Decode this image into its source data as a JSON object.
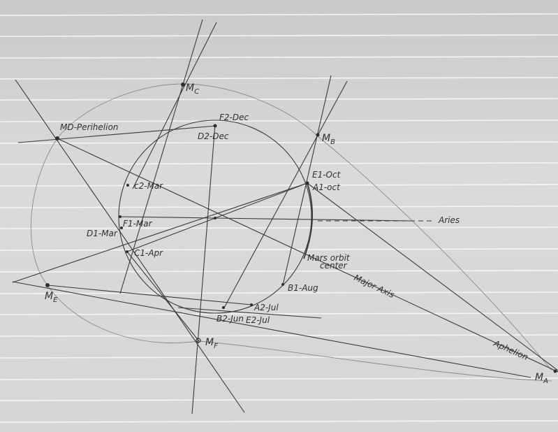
{
  "diagram": {
    "labels": {
      "m_c": "M",
      "m_c_sub": "C",
      "m_d": "MD-Perihelion",
      "f2": "F2-Dec",
      "d2": "D2-Dec",
      "m_b": "M",
      "m_b_sub": "B",
      "e1": "E1-Oct",
      "a1": "A1-oct",
      "c2": "c2-Mar",
      "aries": "Aries",
      "f1": "F1-Mar",
      "d1": "D1-Mar",
      "c1": "C1-Apr",
      "mars_center_1": "Mars orbit",
      "mars_center_2": "center",
      "b1": "B1-Aug",
      "major_axis": "Major Axis",
      "m_e": "M",
      "m_e_sub": "E",
      "a2": "A2-Jul",
      "b2": "B2-Jun",
      "e2": "E2-Jul",
      "m_f": "M",
      "m_f_sub": "F",
      "aphelion": "Aphelion",
      "m_a": "M",
      "m_a_sub": "A"
    },
    "colors": {
      "paper": "#d4d4d4",
      "ruling": "#f4f4f4",
      "pencil": "#3a3a3a"
    }
  }
}
